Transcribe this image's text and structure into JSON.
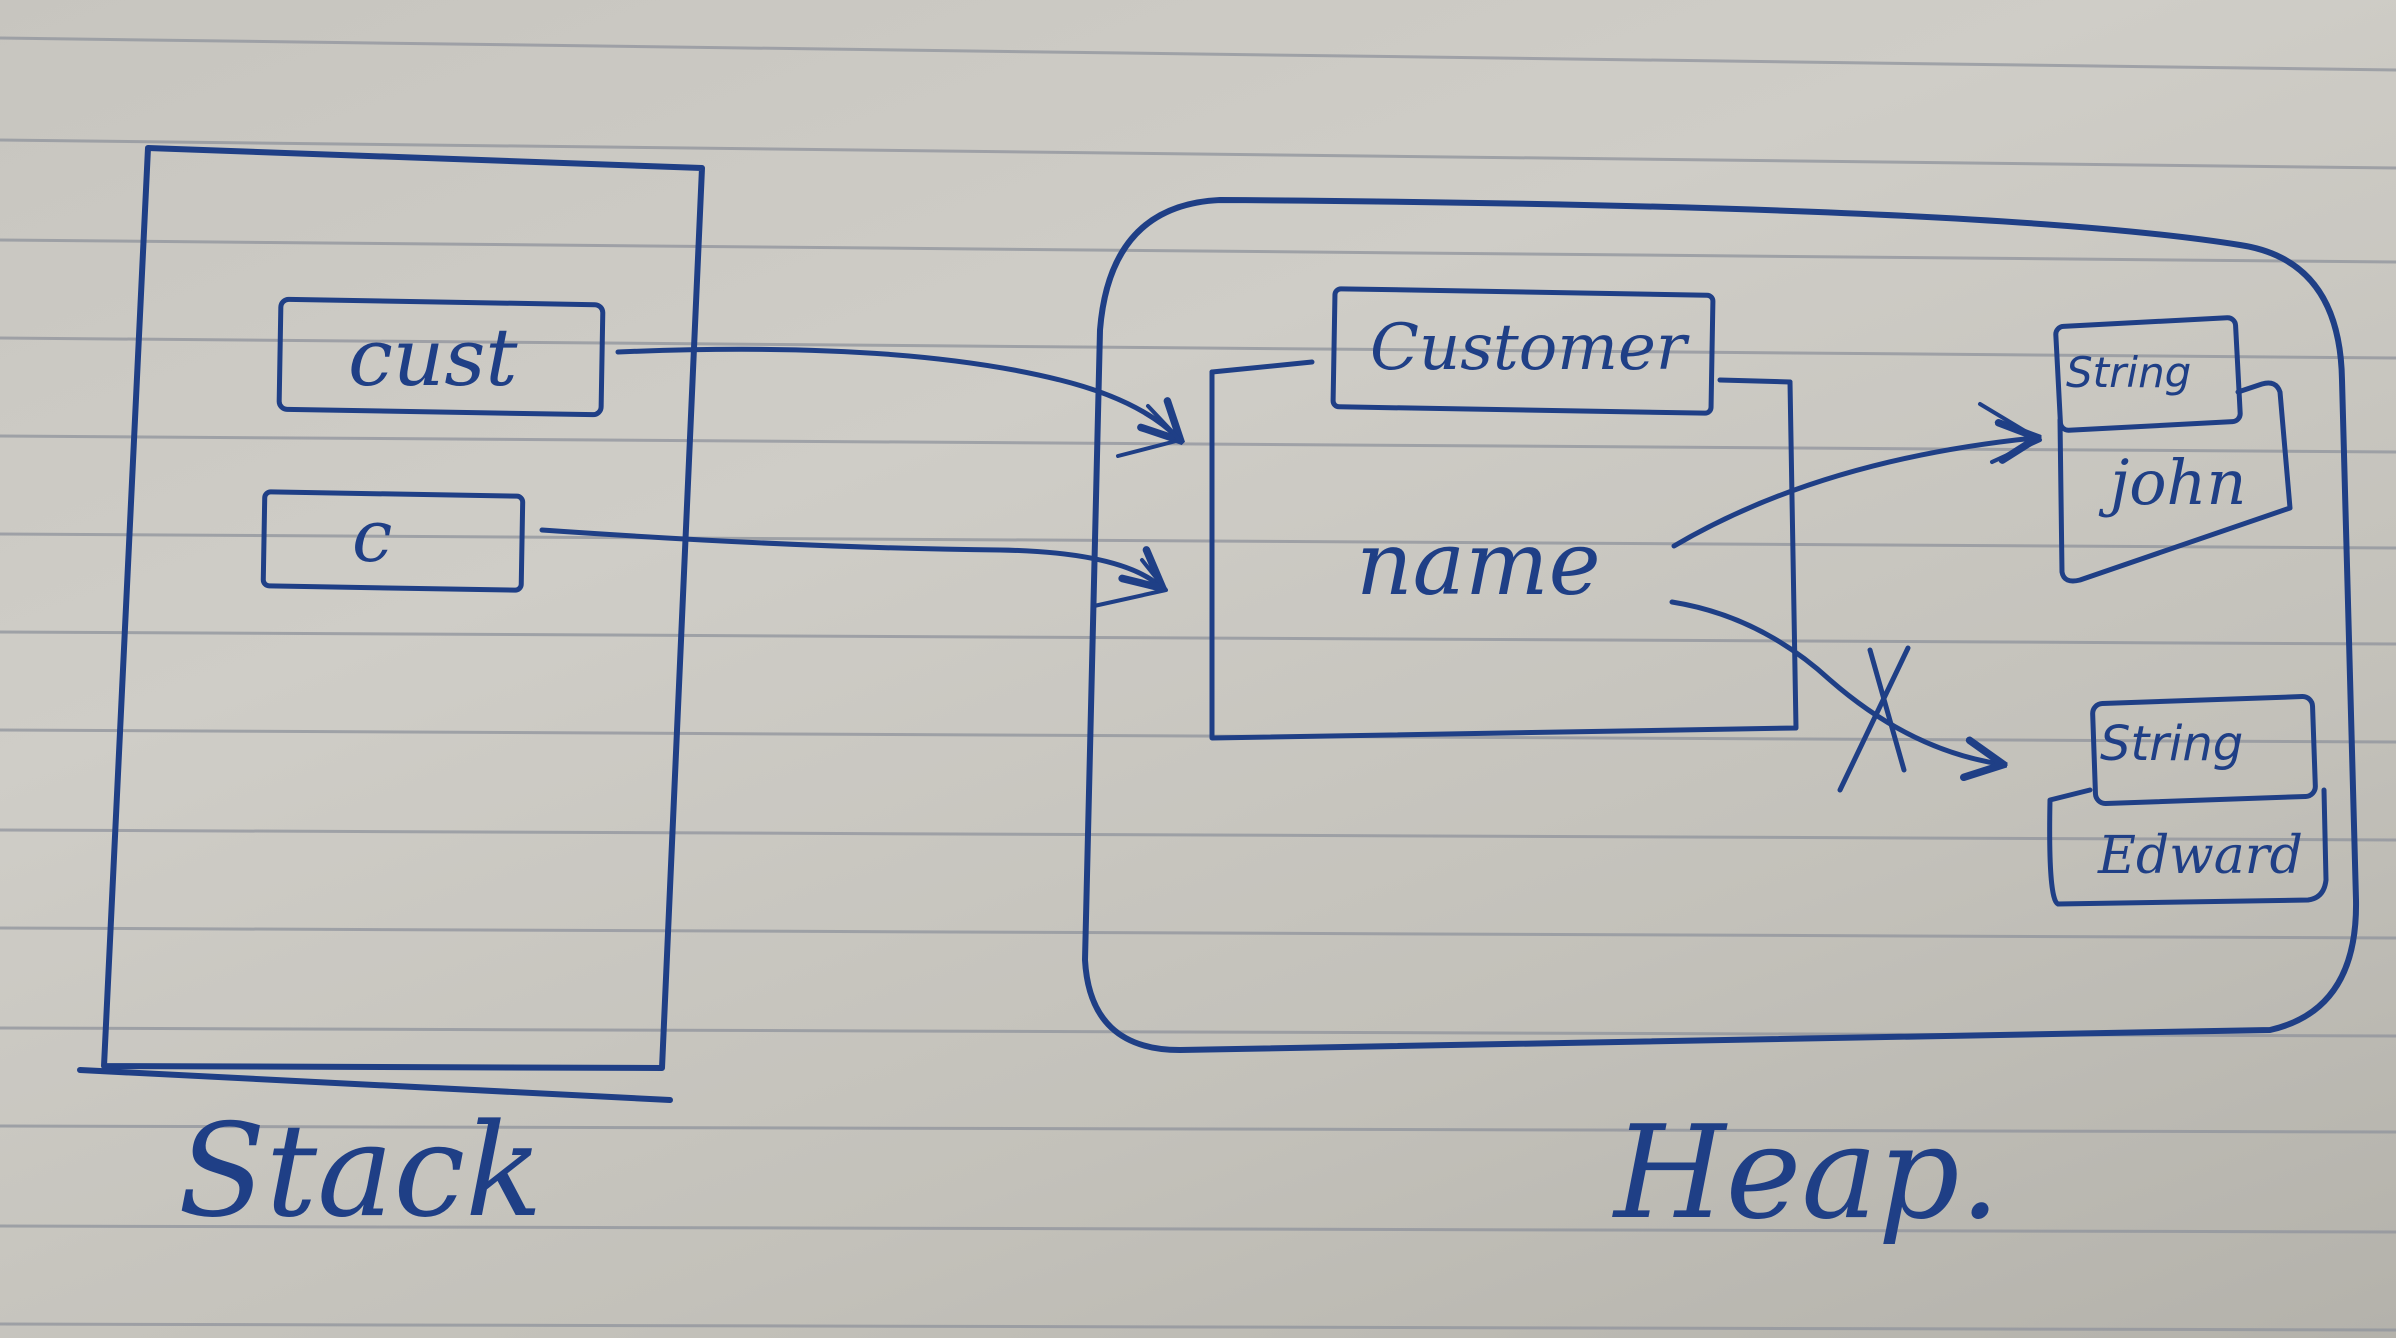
{
  "stack": {
    "label": "Stack",
    "variables": [
      "cust",
      "c"
    ]
  },
  "heap": {
    "label": "Heap.",
    "customer_object": {
      "type_label": "Customer",
      "field_label": "name"
    },
    "string_objects": [
      {
        "type_label": "String",
        "value": "john"
      },
      {
        "type_label": "String",
        "value": "Edward"
      }
    ]
  },
  "colors": {
    "ink": "#1f3f86",
    "paper": "#cbc9c3",
    "rule_line": "#8f939c"
  }
}
